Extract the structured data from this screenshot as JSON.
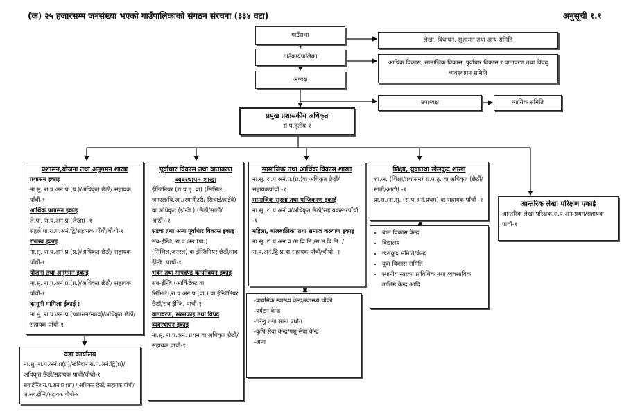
{
  "header": {
    "title": "(क) २५ हजारसम्म जनसंख्या भएको गाउँपालिकाको संगठन संरचना (३३४ वटा)",
    "annex": "अनुसूची १.१"
  },
  "top": {
    "gaunsabha": "गाउँसभा",
    "gaunsabha_committee": "लेखा, विधायन, सुशासन तथा अन्य समिति",
    "karyapalika": "गाउँकार्यपालिका",
    "karyapalika_committee": "आर्थिक विकास, सामाजिक विकास, पुर्वाधार विकास र वातावरण तथा विपद् व्यवस्थापन समिति",
    "chair": "अध्यक्ष",
    "vice_chair": "उपाध्यक्ष",
    "judicial": "न्यायिक समिति",
    "cao_title": "प्रमुख प्रशासकीय अधिकृत",
    "cao_level": "रा.प.तृतीय-१"
  },
  "branches": [
    {
      "title": "प्रशासन,योजना तथा अनुगमन शाखा",
      "units": [
        {
          "name": "प्रशासन इकाइ",
          "lines": [
            "ना.सु. रा.प.अनं.प्र.(प्र.)/अधिकृत छैठौं/ सहायक पाँचौं-१"
          ]
        },
        {
          "name": "आर्थिक प्रशासन इकाइ",
          "lines": [
            "ले.पा. रा.प.अनं.प्र (लेखा) -१",
            "सहले.पा.रा.प.अनं.द्वि/सहायक पाँचौं/चौथो-१"
          ]
        },
        {
          "name": "राजस्व इकाइ",
          "lines": [
            "ना.सु. रा.प.अनं.प्र.(प्र.)/अधिकृत छैठौं/ सहायक पाँचौं-१"
          ]
        },
        {
          "name": "योजना तथा अनुगमन इकाइ",
          "lines": [
            "ना.सु. रा.प.अनं.प्र.(प्र.)/अधिकृत छैठौं/ सहायक पाँचौं-१"
          ]
        },
        {
          "name": "कानुनी मामिला ईकाई :",
          "lines": [
            "ना.सु. रा.प.अनं.प्र.(प्रशासन/न्याय)/अधिकृत छैठौं/ सहायक पाँचौं-१"
          ]
        }
      ]
    },
    {
      "title": "पूर्वाधार विकास तथा वातावरण व्यवस्थापन शाखा",
      "intro": "ईन्जिनियर (रा.प.तृ. प्रा) (सिभिल, जनरल/बि.आ./स्यानीटरी/ सिचाई/हाईवे) वा अधिकृत (ईन्जि.) (छैठौं/सातौं/आठौं)-१",
      "units": [
        {
          "name": "सडक तथा अन्य पूर्वाधार विकास इकाइ",
          "lines": [
            "सब-ईन्जि, रा.प.अनं.(प्रा.)(सिभिल,जनरल) वा ईन्जिनियर छैठौं/सब ईन्जि. पाचौं-१"
          ]
        },
        {
          "name": "भवन तथा मापदण्ड कार्यान्वयन इकाइ",
          "lines": [
            "सब-ईन्जि.(आर्किटेक्ट वा सिभिल),रा.प.अनं.प्र (प्रा.) वा ईन्जिनियर छैठौं/सब ईन्जि. पाचौं-१"
          ]
        },
        {
          "name": "वातावरण, सरसफाइ तथा विपद व्यवस्थापन इकाइ",
          "lines": [
            "ना.सु. रा.प.अनं. प्रथम वा अधिकृत छैठौं/सहायक पाचौं-१"
          ]
        }
      ]
    },
    {
      "title": "सामाजिक तथा आर्थिक विकास शाखा",
      "intro": "ना.सु. रा.प.अनं.प्र.(प्र.)वा अधिकृत छैठौं/सहायकपाँचौं -१",
      "units": [
        {
          "name": "सामाजिक सुरक्षा तथा पन्जिकरण इकाई",
          "lines": [
            "ना.सु. रा.प.अनं.प्र/अधिकृत छैठौं/सहायकस्तरपाँचौं -१"
          ]
        },
        {
          "name": "महिला, बालबालिका तथा समाज कल्याण इकाइ",
          "lines": [
            "ना.सु. रा.प.अनं.प्र./म.वि.नि./स.म.वि.नि. /रा.प.अनं.द्वि.प्र.वा सहायक पाँचौं/चौथो -१"
          ]
        }
      ],
      "services": [
        "-प्राथमिक स्वास्थ्य केन्द्र/स्वास्थ्य चौकी",
        "-पर्यटन केन्द्र",
        "-घरेलु तथा साना उद्योग",
        "-कृषि सेवा केन्द्र/पशु सेवा केन्द्र",
        "-अन्य"
      ]
    },
    {
      "title": "शिक्षा, युवातथा खेलकुद शाखा",
      "lines": [
        "शा.अ. (शिक्षा/प्रशासन) रा.प.तृ. वा अधिकृत (छैठौं/सातौं/आठौं) -१",
        "प्रा.स./ना.सु. (रा.प.अनं.प्रथम) वा सहायक पाँचौं -१"
      ],
      "services": [
        "बाल विकास केन्द्र",
        "विद्यालय",
        "खेलकुद समिति/केन्द्र",
        "युवा विकास समिति",
        "स्थानीय स्तरका प्राविधिक तथा व्यवसायिक तालिम केन्द्र आदि"
      ]
    },
    {
      "title": "आन्तरिक लेखा परिक्षण एकाई",
      "lines": [
        "आन्तरिक लेखा परिक्षक,रा.प.अन प्रथम/सहायक पाचौं-१"
      ]
    }
  ],
  "ward": {
    "title": "वडा कार्यालय",
    "lines": [
      "ना.सु.,रा.प.अनं.प्र(प्र)/खरिदार रा.प.अनं.द्वि(प्र)/ अधिकृत छैठौं/सहायक पाचौं/चौथो-१",
      "सब.ईन्जि रा.प.अनं.प्र (प्रा) / अधिकृत छैठौं/ सहायक पाँचौं/अ.सब.ईन्जि/सहायक चौथो-१"
    ]
  }
}
